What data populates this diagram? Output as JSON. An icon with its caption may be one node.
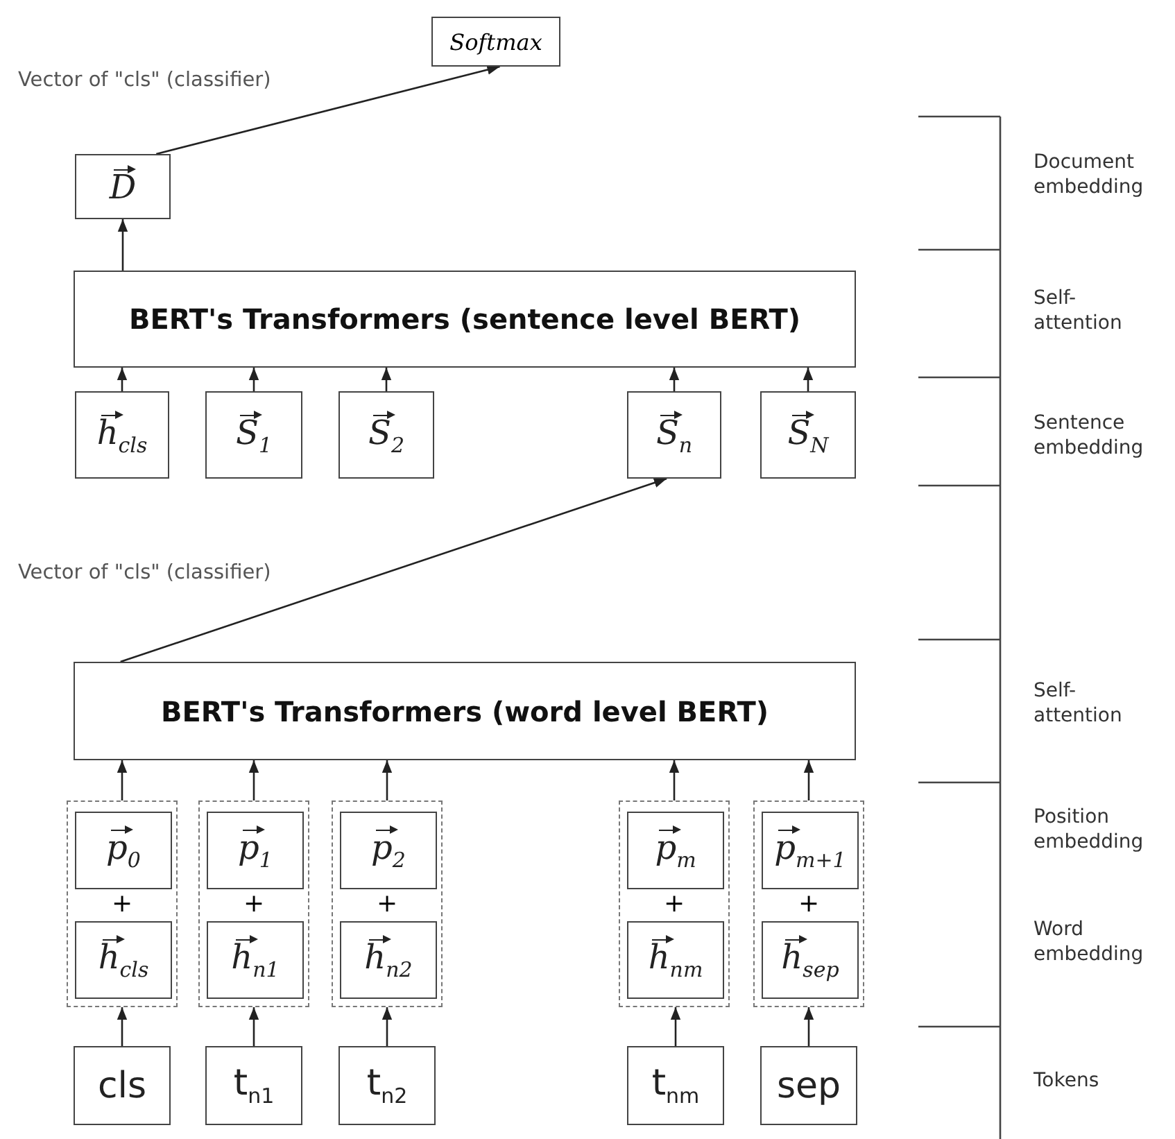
{
  "diagram": {
    "nodes": [
      {
        "text": [
          "Softmax"
        ]
      },
      {
        "text": [
          "D"
        ]
      },
      {
        "text": [
          "BERT's Transformers (sentence level BERT)"
        ]
      },
      {
        "text": [
          "h$_{cls}$"
        ]
      },
      {
        "text": [
          "S$_{1}$"
        ]
      },
      {
        "text": [
          "S$_{2}$"
        ]
      },
      {
        "text": [
          "S$_{n}$"
        ]
      },
      {
        "text": [
          "S$_{N}$"
        ]
      },
      {
        "text": [
          "BERT's Transformers (word level BERT)"
        ]
      },
      {
        "text": [
          "+"
        ]
      },
      {
        "text": [
          "p$_{0}$"
        ],
        "in": 9
      },
      {
        "text": [
          "h$_{cls}$"
        ],
        "in": 9
      },
      {
        "text": [
          "+"
        ]
      },
      {
        "text": [
          "p$_{1}$"
        ],
        "in": 12
      },
      {
        "text": [
          "h$_{n1}$"
        ],
        "in": 12
      },
      {
        "text": [
          "+"
        ]
      },
      {
        "text": [
          "p$_{2}$"
        ],
        "in": 15
      },
      {
        "text": [
          "h$_{n2}$"
        ],
        "in": 15
      },
      {
        "text": [
          "+"
        ]
      },
      {
        "text": [
          "p$_{m}$"
        ],
        "in": 18
      },
      {
        "text": [
          "h$_{nm}$"
        ],
        "in": 18
      },
      {
        "text": [
          "+"
        ]
      },
      {
        "text": [
          "p$_{m+1}$"
        ],
        "in": 21
      },
      {
        "text": [
          "h$_{sep}$"
        ],
        "in": 21
      },
      {
        "text": [
          "cls"
        ]
      },
      {
        "text": [
          "t$_{n1}$"
        ]
      },
      {
        "text": [
          "t$_{n2}$"
        ]
      },
      {
        "text": [
          "t$_{nm}$"
        ]
      },
      {
        "text": [
          "sep"
        ]
      }
    ],
    "edges": [
      {
        "from": 1,
        "to": 0,
        "arrow": "to",
        "label": "Vector of \"cls\" (classifier)"
      },
      {
        "from": 2,
        "to": 1,
        "arrow": "to"
      },
      {
        "from": 3,
        "to": 2,
        "arrow": "to"
      },
      {
        "from": 4,
        "to": 2,
        "arrow": "to"
      },
      {
        "from": 5,
        "to": 2,
        "arrow": "to"
      },
      {
        "from": 6,
        "to": 2,
        "arrow": "to"
      },
      {
        "from": 7,
        "to": 2,
        "arrow": "to"
      },
      {
        "from": 8,
        "to": 6,
        "arrow": "to",
        "label": "Vector of \"cls\" (classifier)"
      },
      {
        "from": 9,
        "to": 8,
        "arrow": "to"
      },
      {
        "from": 12,
        "to": 8,
        "arrow": "to"
      },
      {
        "from": 15,
        "to": 8,
        "arrow": "to"
      },
      {
        "from": 18,
        "to": 8,
        "arrow": "to"
      },
      {
        "from": 21,
        "to": 8,
        "arrow": "to"
      },
      {
        "from": 24,
        "to": 9,
        "arrow": "to"
      },
      {
        "from": 25,
        "to": 12,
        "arrow": "to"
      },
      {
        "from": 26,
        "to": 15,
        "arrow": "to"
      },
      {
        "from": 27,
        "to": 18,
        "arrow": "to"
      },
      {
        "from": 28,
        "to": 21,
        "arrow": "to"
      }
    ],
    "labels": [
      "Document embedding",
      "Self-attention",
      "Sentence embedding",
      "Self-attention",
      "Position embedding",
      "Word embedding",
      "Tokens"
    ]
  }
}
